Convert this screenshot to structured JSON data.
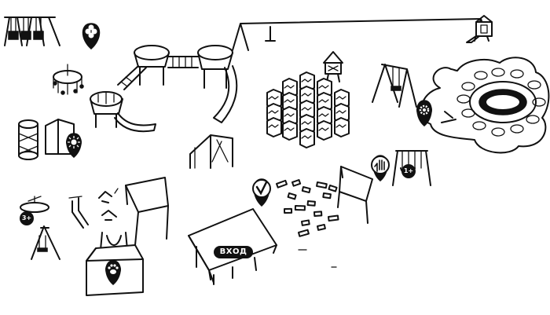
{
  "entrance": {
    "label": "ВХОД"
  },
  "age_badges": [
    {
      "label": "3+"
    },
    {
      "label": "1+"
    }
  ],
  "colors": {
    "ink": "#111111",
    "paper": "#ffffff"
  },
  "markers": [
    {
      "icon": "clover-icon"
    },
    {
      "icon": "sun-icon"
    },
    {
      "icon": "gear-icon"
    },
    {
      "icon": "checkmark-icon"
    },
    {
      "icon": "hand-icon"
    },
    {
      "icon": "paw-icon"
    }
  ]
}
